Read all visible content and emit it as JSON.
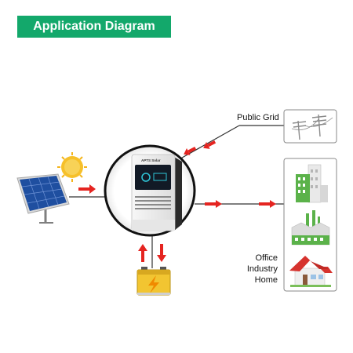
{
  "header": {
    "title": "Application Diagram"
  },
  "inverter": {
    "brand": "APTS Solar"
  },
  "labels": {
    "grid": "Public Grid",
    "loads": [
      "Office",
      "Industry",
      "Home"
    ]
  },
  "colors": {
    "banner": "#13a86b",
    "arrow": "#e52420",
    "line": "#333333",
    "sun": "#f4b51c",
    "panel": "#1f4fa0",
    "building_green": "#5bb24a",
    "roof_red": "#d6332e",
    "battery_body": "#f2c531",
    "battery_bolt": "#f08a00"
  },
  "icons": {
    "sun": "sun-icon",
    "solar_panel": "solar-panel-icon",
    "inverter": "inverter-icon",
    "battery": "battery-icon",
    "grid": "power-pylon-icon",
    "office": "office-building-icon",
    "industry": "factory-icon",
    "home": "house-icon"
  }
}
